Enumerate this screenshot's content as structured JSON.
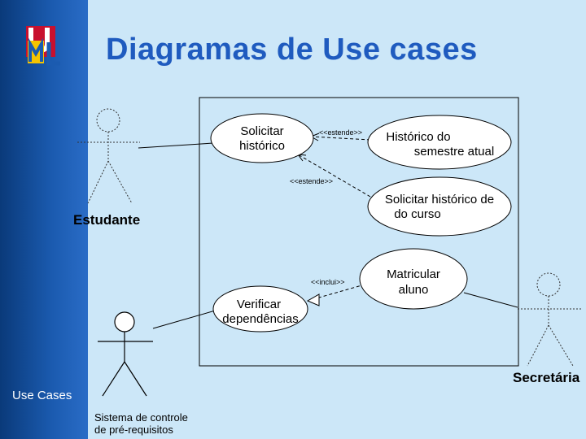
{
  "slide": {
    "title": "Diagramas de Use cases",
    "footer_label": "Use Cases"
  },
  "use_cases": {
    "solicitar_historico": [
      "Solicitar",
      "histórico"
    ],
    "historico_semestre": [
      "Histórico do",
      "semestre atual"
    ],
    "solicitar_historico_curso": [
      "Solicitar histórico de",
      "do curso"
    ],
    "matricular_aluno": [
      "Matricular",
      "aluno"
    ],
    "verificar_dependencias": [
      "Verificar",
      "dependências"
    ]
  },
  "actors": {
    "estudante": "Estudante",
    "secretaria": "Secretária",
    "sistema": [
      "Sistema de controle",
      "de pré-requisitos"
    ]
  },
  "relations": {
    "estende_1": "<<estende>>",
    "estende_2": "<<estende>>",
    "inclui": "<<inclui>>"
  },
  "colors": {
    "background": "#cce7f8",
    "title": "#1f5bbf",
    "sidebar": "#1b5bb0"
  },
  "icons": [
    "uml-logo-icon"
  ]
}
